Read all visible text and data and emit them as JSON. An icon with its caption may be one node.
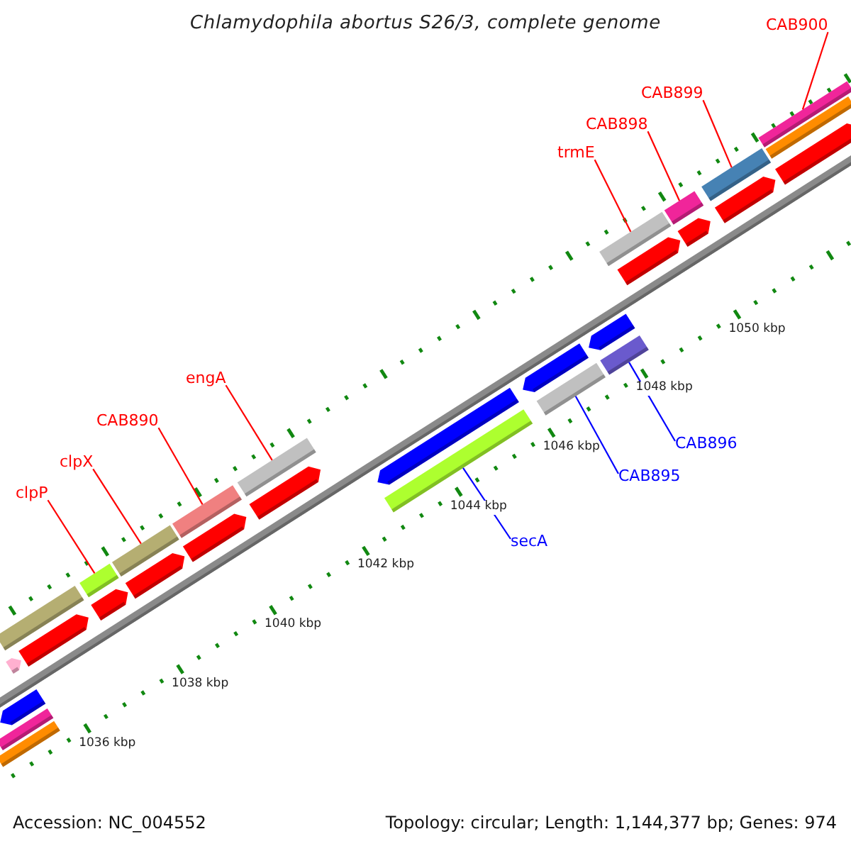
{
  "diagram": {
    "title": "Chlamydophila abortus S26/3, complete genome",
    "nodes": [
      {
        "text": [
          "CAB900"
        ]
      },
      {
        "text": [],
        "shape": "bar"
      },
      {
        "text": [
          "CAB899"
        ]
      },
      {
        "text": [],
        "shape": "bar"
      },
      {
        "text": [
          "CAB898"
        ]
      },
      {
        "text": [],
        "shape": "bar"
      },
      {
        "text": [
          "trmE"
        ]
      },
      {
        "text": [],
        "shape": "bar"
      },
      {
        "text": [
          "engA"
        ]
      },
      {
        "text": [],
        "shape": "bar"
      },
      {
        "text": [
          "CAB890"
        ]
      },
      {
        "text": [],
        "shape": "bar"
      },
      {
        "text": [
          "clpX"
        ]
      },
      {
        "text": [],
        "shape": "bar"
      },
      {
        "text": [
          "clpP"
        ]
      },
      {
        "text": [],
        "shape": "bar"
      },
      {
        "text": [
          "CAB896"
        ]
      },
      {
        "text": [],
        "shape": "bar"
      },
      {
        "text": [
          "CAB895"
        ]
      },
      {
        "text": [],
        "shape": "bar"
      },
      {
        "text": [
          "secA"
        ]
      },
      {
        "text": [],
        "shape": "bar"
      },
      {
        "text": [],
        "shape": "pentagon"
      },
      {
        "text": [],
        "shape": "bar"
      },
      {
        "text": [],
        "shape": "bar"
      },
      {
        "text": [],
        "shape": "bar"
      },
      {
        "text": [],
        "shape": "pentagon"
      },
      {
        "text": [],
        "shape": "pentagon"
      },
      {
        "text": [],
        "shape": "pentagon"
      },
      {
        "text": [],
        "shape": "pentagon"
      },
      {
        "text": [],
        "shape": "pentagon"
      },
      {
        "text": [],
        "shape": "pentagon"
      },
      {
        "text": [],
        "shape": "pentagon"
      },
      {
        "text": [],
        "shape": "pentagon"
      },
      {
        "text": [],
        "shape": "pentagon"
      },
      {
        "text": [],
        "shape": "pentagon"
      },
      {
        "text": [],
        "shape": "pentagon"
      },
      {
        "text": [],
        "shape": "pentagon"
      },
      {
        "text": [],
        "shape": "bar"
      },
      {
        "text": [],
        "shape": "pentagon"
      }
    ],
    "edges": [
      {
        "from": 0,
        "to": 1,
        "arrow": "none"
      },
      {
        "from": 2,
        "to": 3,
        "arrow": "none"
      },
      {
        "from": 4,
        "to": 5,
        "arrow": "none"
      },
      {
        "from": 6,
        "to": 7,
        "arrow": "none"
      },
      {
        "from": 8,
        "to": 9,
        "arrow": "none"
      },
      {
        "from": 10,
        "to": 11,
        "arrow": "none"
      },
      {
        "from": 12,
        "to": 13,
        "arrow": "none"
      },
      {
        "from": 14,
        "to": 15,
        "arrow": "none"
      },
      {
        "from": 16,
        "to": 17,
        "arrow": "none",
        "color": "#0000ff"
      },
      {
        "from": 18,
        "to": 19,
        "arrow": "none",
        "color": "#0000ff"
      },
      {
        "from": 20,
        "to": 21,
        "arrow": "none",
        "color": "#0000ff"
      }
    ],
    "labels": [
      "1036 kbp",
      "1038 kbp",
      "1040 kbp",
      "1042 kbp",
      "1044 kbp",
      "1046 kbp",
      "1048 kbp",
      "1050 kbp",
      "Accession: NC_004552",
      "Topology: circular; Length: 1,144,377 bp; Genes: 974"
    ]
  }
}
